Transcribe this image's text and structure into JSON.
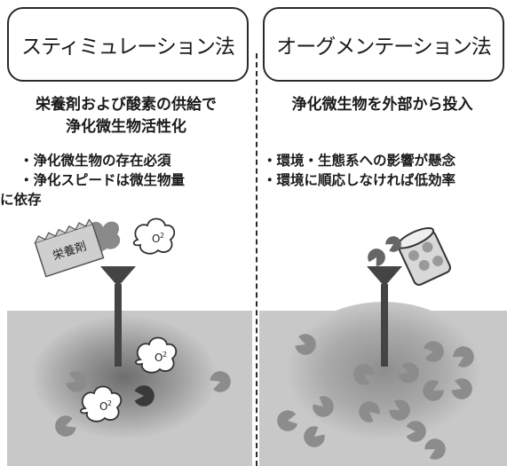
{
  "left": {
    "title": "スティミュレーション法",
    "subhead": [
      "栄養剤および酸素の供給で",
      "浄化微生物活性化"
    ],
    "bullets": [
      "・浄化微生物の存在必須",
      "・浄化スピードは微生物量",
      "に依存"
    ],
    "bag_label": "栄養剤",
    "o2_label": "O",
    "o2_sub": "2"
  },
  "right": {
    "title": "オーグメンテーション法",
    "subhead": [
      "浄化微生物を外部から投入"
    ],
    "bullets": [
      "・環境・生態系への影響が懸念",
      "・環境に順応しなければ低効率"
    ]
  },
  "colors": {
    "ground": "#c8c8c8",
    "halo": "#8a8a8a",
    "microbe": "#8c8c8c",
    "microbe_active": "#3a3a3a",
    "funnel": "#444444"
  }
}
